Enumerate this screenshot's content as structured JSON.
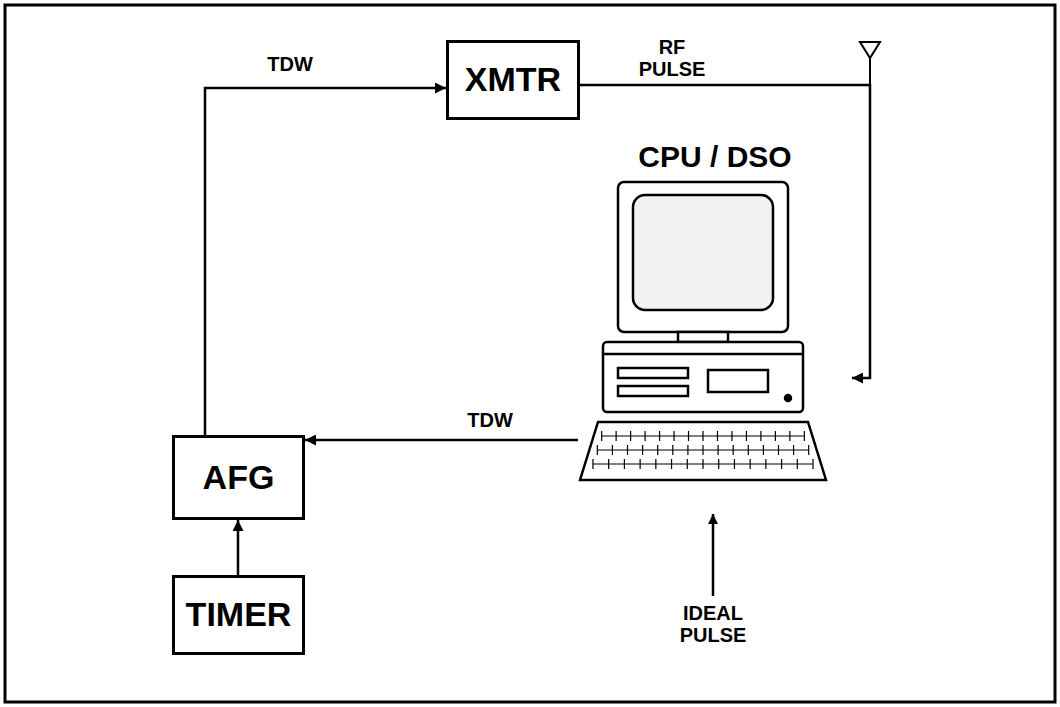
{
  "diagram": {
    "nodes": [
      {
        "text": [
          "XMTR"
        ]
      },
      {
        "text": [
          "CPU / DSO"
        ]
      },
      {
        "text": [
          "AFG"
        ]
      },
      {
        "text": [
          "TIMER"
        ]
      }
    ],
    "edges": [
      {
        "from": 2,
        "to": 0,
        "label": "TDW",
        "arrow": "to"
      },
      {
        "from": 0,
        "to": 1,
        "label": "RF PULSE",
        "arrow": "to"
      },
      {
        "from": 1,
        "to": 2,
        "label": "TDW",
        "arrow": "to"
      },
      {
        "from": 3,
        "to": 2,
        "arrow": "to"
      }
    ],
    "labels": [
      "IDEAL PULSE"
    ]
  }
}
